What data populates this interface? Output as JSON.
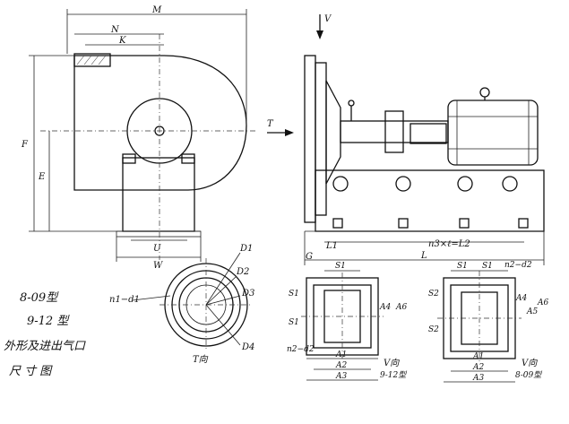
{
  "labels": {
    "M": "M",
    "N": "N",
    "K": "K",
    "F": "F",
    "E": "E",
    "U": "U",
    "W": "W",
    "T": "T",
    "V": "V",
    "G": "G",
    "L": "L",
    "L1": "L1",
    "n3_l_L2": "n3×ℓ=L2",
    "D1": "D1",
    "D2": "D2",
    "D3": "D3",
    "D4": "D4",
    "n1_d1": "n1−d1",
    "n2_d2_left": "n2−d2",
    "n2_d2_right": "n2−d2",
    "T_view": "T向",
    "S1": "S1",
    "S2": "S2",
    "A1": "A1",
    "A2": "A2",
    "A3": "A3",
    "A4": "A4",
    "A5": "A5",
    "A6": "A6",
    "V_view": "V向"
  },
  "flange_left_caption": "9-12型",
  "flange_right_caption": "8-09型",
  "legend": {
    "line1": "8-09型",
    "line2": "9-12 型",
    "line3": "外形及进出气口",
    "line4": "尺 寸 图"
  }
}
